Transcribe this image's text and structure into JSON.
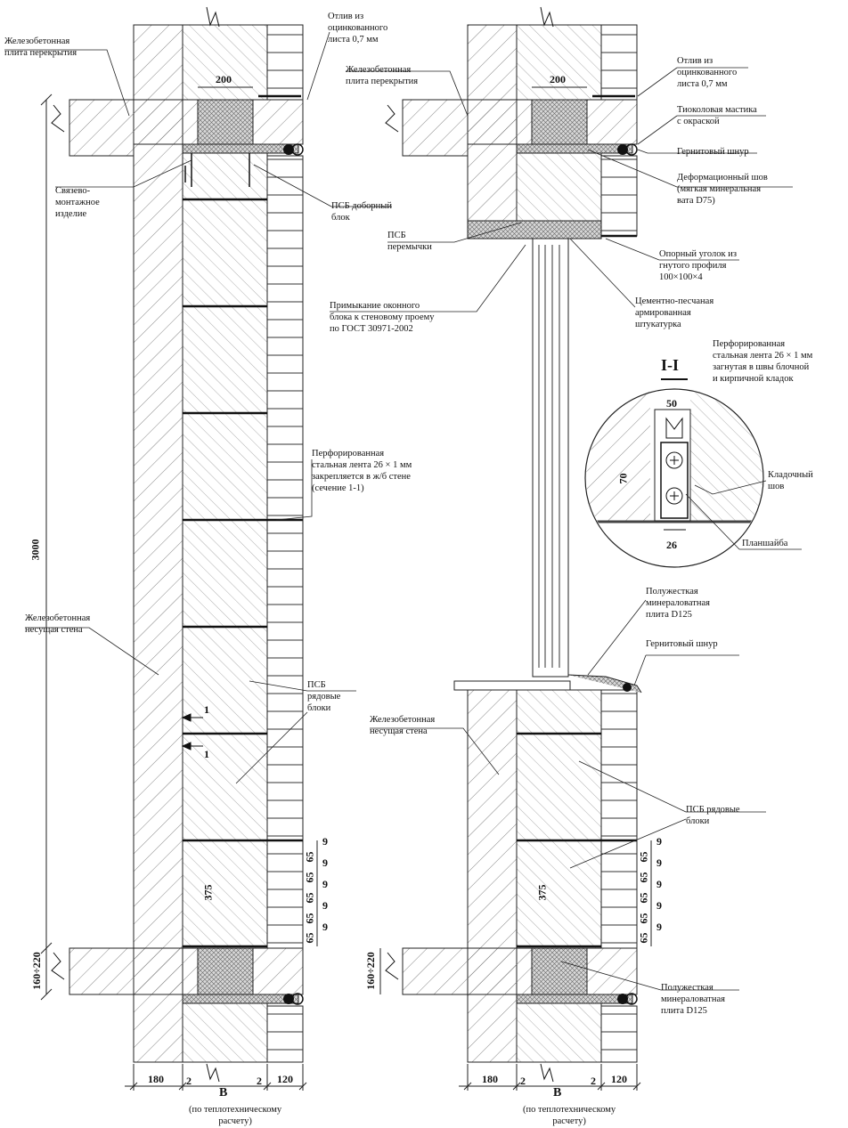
{
  "colors": {
    "line": "#222222",
    "hatch": "#555555",
    "insulation": "#cfcfcf",
    "background": "#ffffff"
  },
  "left": {
    "slab_label": "Железобетонная\nплита перекрытия",
    "otliv_label": "Отлив из\nоцинкованного\nлиста 0,7 мм",
    "tie_label": "Связево-\nмонтажное\nизделие",
    "psb_extra_label": "ПСБ доборный\nблок",
    "tape_label": "Перфорированная\nстальная лента 26 × 1 мм\nзакрепляется в ж/б стене\n(сечение 1-1)",
    "wall_label": "Железобетонная\nнесущая стена",
    "psb_row_label": "ПСБ\nрядовые\nблоки",
    "dim_200": "200",
    "dim_3000": "3000",
    "dim_375": "375",
    "dim_160_220": "160÷220",
    "dim_180": "180",
    "dim_2a": "2",
    "dim_B": "B",
    "dim_2b": "2",
    "dim_120": "120",
    "dim_note": "(по теплотехническому\nрасчету)",
    "section_mark": "1",
    "brick_dims": [
      "65",
      "65",
      "65",
      "65",
      "65"
    ],
    "brick_9": [
      "9",
      "9",
      "9",
      "9",
      "9"
    ]
  },
  "right": {
    "slab_label": "Железобетонная\nплита перекрытия",
    "otliv_label": "Отлив из\nоцинкованного\nлиста 0,7 мм",
    "mastic_label": "Тиоколовая мастика\nс окраской",
    "cord_label": "Гернитовый шнур",
    "joint_label": "Деформационный шов\n(мягкая минеральная\nвата D75)",
    "lintel_label": "ПСБ\nперемычки",
    "angle_label": "Опорный уголок из\nгнутого профиля\n100×100×4",
    "window_label": "Примыкание оконного\nблока к стеновому проему\nпо ГОСТ 30971-2002",
    "plaster_label": "Цементно-песчаная\nармированная\nштукатурка",
    "tape_label": "Перфорированная\nстальная лента 26 × 1 мм\nзагнутая в швы блочной\nи кирпичной кладок",
    "section_title": "I-I",
    "masonry_joint_label": "Кладочный\nшов",
    "washer_label": "Планшайба",
    "dim_50": "50",
    "dim_70": "70",
    "dim_26": "26",
    "semi_rigid_label_1": "Полужесткая\nминераловатная\nплита D125",
    "cord_label_2": "Гернитовый шнур",
    "wall_label": "Железобетонная\nнесущая стена",
    "psb_row_label": "ПСБ рядовые\nблоки",
    "semi_rigid_label_2": "Полужесткая\nминераловатная\nплита D125",
    "dim_200": "200",
    "dim_375": "375",
    "dim_160_220": "160÷220",
    "dim_180": "180",
    "dim_2a": "2",
    "dim_B": "B",
    "dim_2b": "2",
    "dim_120": "120",
    "dim_note": "(по теплотехническому\nрасчету)",
    "brick_dims": [
      "65",
      "65",
      "65",
      "65",
      "65"
    ],
    "brick_9": [
      "9",
      "9",
      "9",
      "9",
      "9"
    ]
  }
}
